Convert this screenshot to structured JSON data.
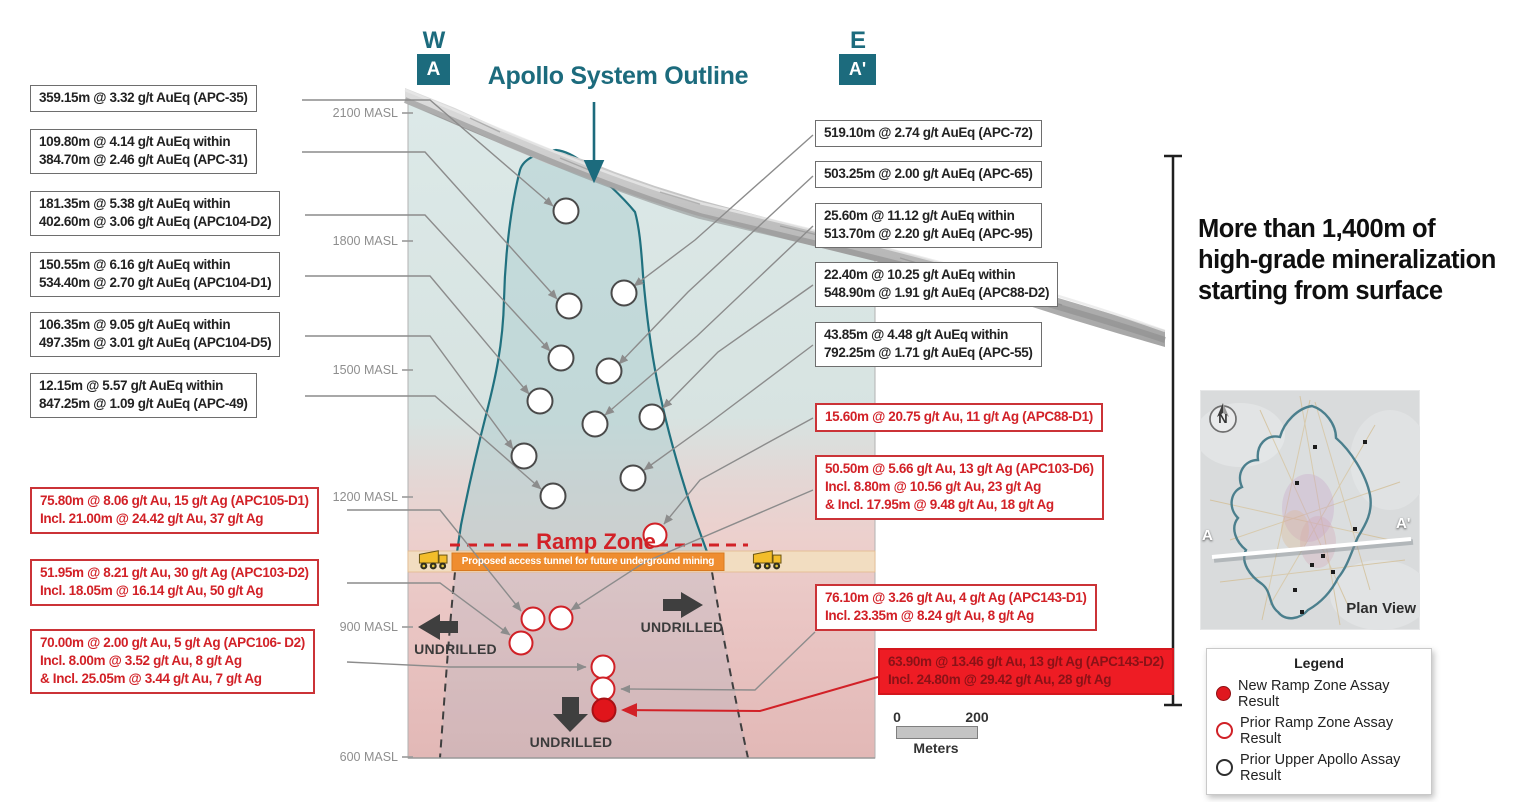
{
  "title": {
    "apollo_outline": "Apollo System Outline",
    "headline_lines": [
      "More than 1,400m of",
      "high-grade mineralization",
      "starting from surface"
    ]
  },
  "markers": {
    "west": "W",
    "west_section": "A",
    "east": "E",
    "east_section": "A'"
  },
  "elevations": [
    "2100 MASL",
    "1800 MASL",
    "1500 MASL",
    "1200 MASL",
    "900 MASL",
    "600 MASL"
  ],
  "left_boxes": [
    {
      "style": "plain",
      "lines": [
        "359.15m @ 3.32 g/t AuEq (APC-35)"
      ]
    },
    {
      "style": "plain",
      "lines": [
        "109.80m @ 4.14 g/t AuEq within",
        "384.70m @ 2.46 g/t AuEq (APC-31)"
      ]
    },
    {
      "style": "plain",
      "lines": [
        "181.35m @ 5.38 g/t AuEq within",
        "402.60m @ 3.06 g/t AuEq (APC104-D2)"
      ]
    },
    {
      "style": "plain",
      "lines": [
        "150.55m @ 6.16 g/t AuEq within",
        "534.40m @ 2.70 g/t AuEq (APC104-D1)"
      ]
    },
    {
      "style": "plain",
      "lines": [
        "106.35m @ 9.05 g/t AuEq within",
        "497.35m @ 3.01 g/t AuEq (APC104-D5)"
      ]
    },
    {
      "style": "plain",
      "lines": [
        "12.15m @ 5.57 g/t AuEq within",
        "847.25m @ 1.09 g/t AuEq (APC-49)"
      ]
    },
    {
      "style": "red",
      "lines": [
        "75.80m @ 8.06 g/t Au, 15 g/t Ag (APC105-D1)",
        "Incl. 21.00m @ 24.42 g/t Au, 37 g/t Ag"
      ]
    },
    {
      "style": "red",
      "lines": [
        "51.95m @ 8.21 g/t Au, 30 g/t Ag (APC103-D2)",
        "Incl. 18.05m @ 16.14 g/t Au, 50 g/t Ag"
      ]
    },
    {
      "style": "red",
      "lines": [
        "70.00m @ 2.00 g/t Au, 5 g/t Ag (APC106- D2)",
        "Incl. 8.00m @ 3.52 g/t Au, 8 g/t Ag",
        "& Incl. 25.05m @ 3.44 g/t Au, 7 g/t Ag"
      ]
    }
  ],
  "right_boxes": [
    {
      "style": "plain",
      "lines": [
        "519.10m @ 2.74 g/t AuEq (APC-72)"
      ]
    },
    {
      "style": "plain",
      "lines": [
        "503.25m @ 2.00 g/t AuEq (APC-65)"
      ]
    },
    {
      "style": "plain",
      "lines": [
        "25.60m @ 11.12 g/t AuEq within",
        "513.70m @ 2.20 g/t AuEq (APC-95)"
      ]
    },
    {
      "style": "plain",
      "lines": [
        "22.40m @ 10.25 g/t AuEq within",
        "548.90m @ 1.91 g/t AuEq (APC88-D2)"
      ]
    },
    {
      "style": "plain",
      "lines": [
        "43.85m @ 4.48 g/t AuEq within",
        "792.25m @ 1.71 g/t AuEq (APC-55)"
      ]
    },
    {
      "style": "red",
      "lines": [
        "15.60m @ 20.75 g/t Au, 11 g/t Ag (APC88-D1)"
      ]
    },
    {
      "style": "red",
      "lines": [
        "50.50m @ 5.66 g/t Au, 13 g/t Ag (APC103-D6)",
        "Incl. 8.80m @ 10.56 g/t Au, 23 g/t Ag",
        "& Incl. 17.95m @ 9.48 g/t Au, 18 g/t Ag"
      ]
    },
    {
      "style": "red",
      "lines": [
        "76.10m @ 3.26 g/t Au, 4 g/t Ag (APC143-D1)",
        "Incl. 23.35m @ 8.24 g/t Au, 8 g/t Ag"
      ]
    },
    {
      "style": "red-filled",
      "lines": [
        "63.90m @ 13.46 g/t Au, 13 g/t Ag (APC143-D2)",
        "Incl. 24.80m @ 29.42 g/t Au, 28 g/t Ag"
      ]
    }
  ],
  "ramp_zone": {
    "label": "Ramp Zone",
    "tunnel_text": "Proposed access tunnel for future underground mining"
  },
  "undrilled": {
    "left": "UNDRILLED",
    "right": "UNDRILLED",
    "down": "UNDRILLED"
  },
  "scale_bar": {
    "start": "0",
    "end": "200",
    "unit": "Meters"
  },
  "plan_view": {
    "label": "Plan View",
    "section_start": "A",
    "section_end": "A'",
    "compass": "N"
  },
  "legend": {
    "title": "Legend",
    "items": [
      {
        "marker": "new-ramp-zone",
        "label": "New Ramp Zone Assay Result"
      },
      {
        "marker": "prior-ramp-zone",
        "label": "Prior Ramp Zone Assay Result"
      },
      {
        "marker": "prior-upper-apollo",
        "label": "Prior Upper Apollo Assay Result"
      }
    ]
  },
  "colors": {
    "teal": "#1c6b7d",
    "outline_teal": "#20717f",
    "red": "#d22127",
    "bright_red_fill": "#ee1c24",
    "orange": "#ef8d2f",
    "tan_band": "#f2ddc1",
    "section_teal": "#dbe8e7",
    "section_pink": "#e8c6c4"
  }
}
